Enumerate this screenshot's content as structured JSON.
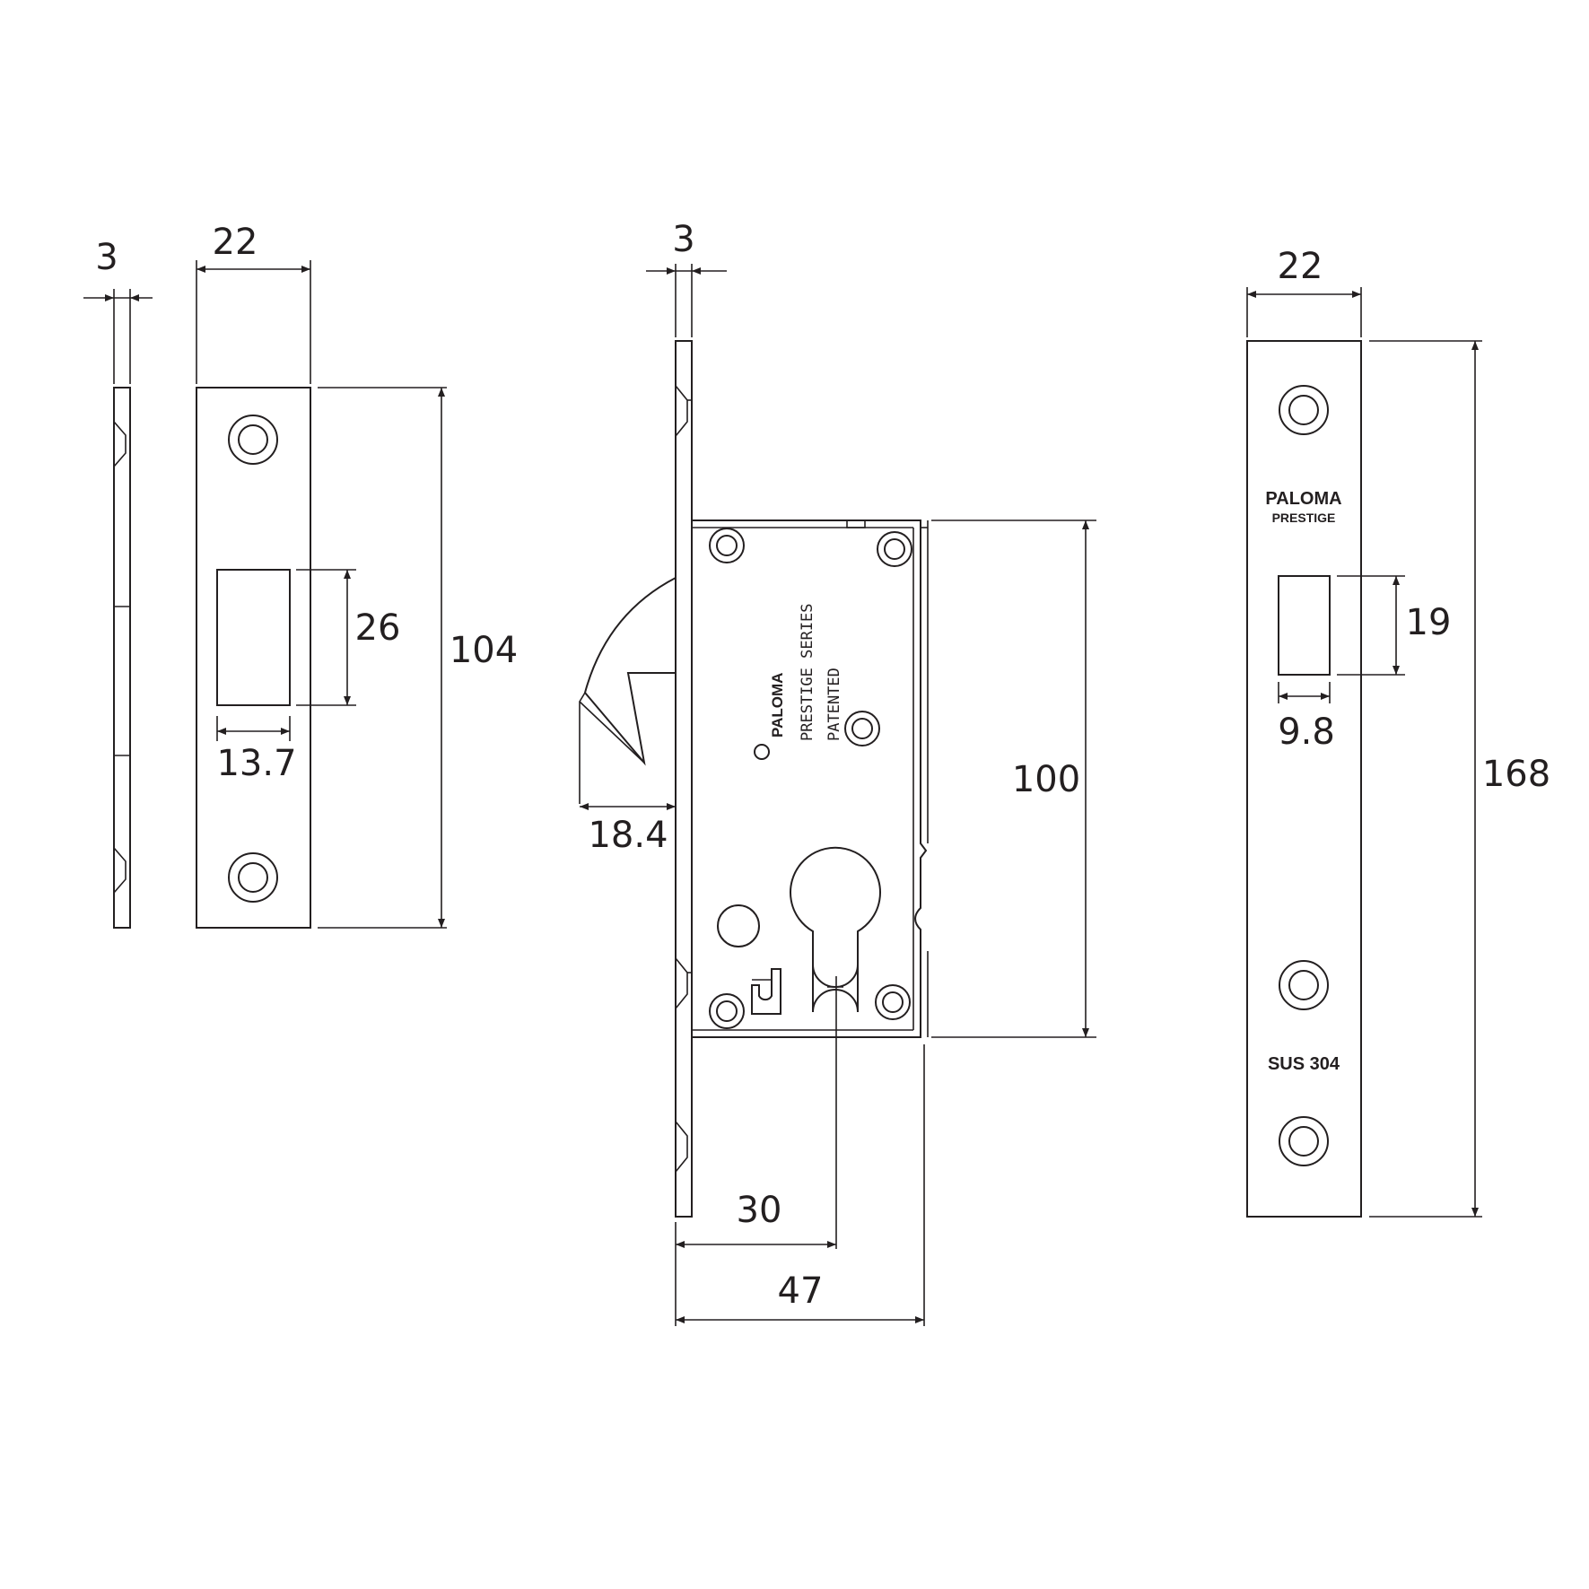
{
  "dimensions": {
    "side_strike_thickness": "3",
    "strike_width": "22",
    "strike_opening_height": "26",
    "strike_height": "104",
    "strike_opening_width": "13.7",
    "body_faceplate_thickness": "3",
    "hook_projection": "18.4",
    "case_height": "100",
    "backset": "30",
    "case_depth": "47",
    "faceplate_width": "22",
    "latch_opening_height": "19",
    "latch_opening_width": "9.8",
    "faceplate_height": "168"
  },
  "markings": {
    "case_logo": "PALOMA",
    "case_series": "PRESTIGE SERIES",
    "case_patented": "PATENTED",
    "faceplate_logo": "PALOMA",
    "faceplate_series": "PRESTIGE",
    "faceplate_material": "SUS 304"
  },
  "colors": {
    "line": "#231f20",
    "background": "#ffffff"
  }
}
